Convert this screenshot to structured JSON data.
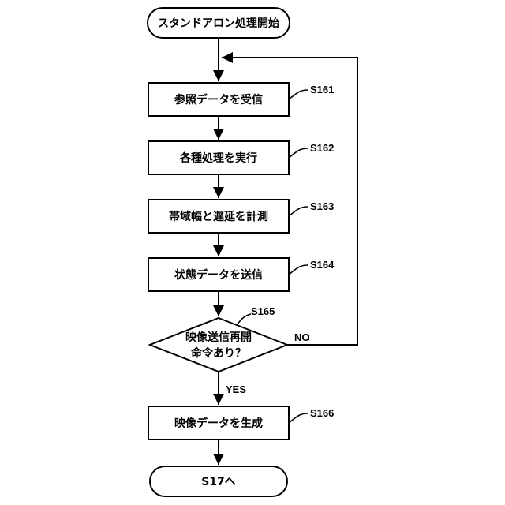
{
  "diagram": {
    "start": {
      "label": "スタンドアロン処理開始"
    },
    "end": {
      "label": "S17へ"
    },
    "steps": [
      {
        "id": "S161",
        "label": "参照データを受信"
      },
      {
        "id": "S162",
        "label": "各種処理を実行"
      },
      {
        "id": "S163",
        "label": "帯域幅と遅延を計測"
      },
      {
        "id": "S164",
        "label": "状態データを送信"
      },
      {
        "id": "S166",
        "label": "映像データを生成"
      }
    ],
    "decision": {
      "id": "S165",
      "line1": "映像送信再開",
      "line2": "命令あり？",
      "yes": "YES",
      "no": "NO"
    }
  }
}
